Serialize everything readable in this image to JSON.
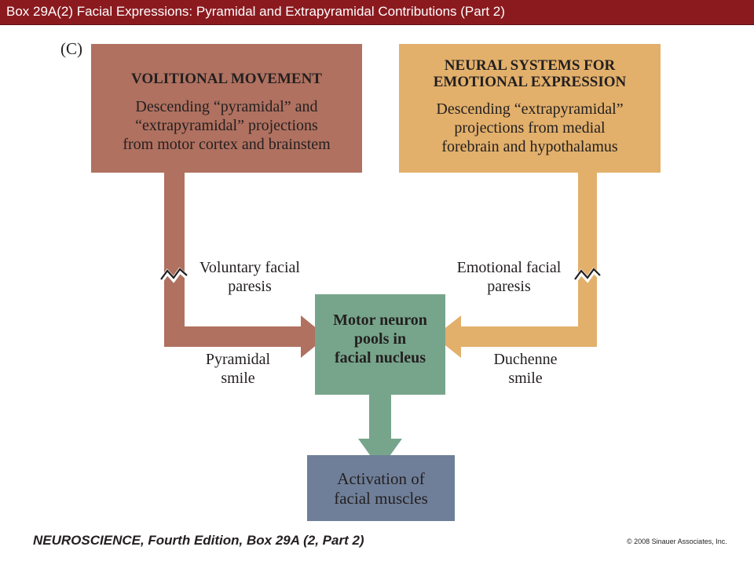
{
  "header": {
    "title": "Box 29A(2)  Facial Expressions: Pyramidal and Extrapyramidal Contributions (Part 2)"
  },
  "panel_label": "(C)",
  "boxes": {
    "volitional": {
      "title": "VOLITIONAL MOVEMENT",
      "body": [
        "Descending “pyramidal” and",
        "“extrapyramidal” projections",
        "from motor cortex and brainstem"
      ],
      "color": "#b07160"
    },
    "emotional": {
      "title": [
        "NEURAL SYSTEMS FOR",
        "EMOTIONAL EXPRESSION"
      ],
      "body": [
        "Descending “extrapyramidal”",
        "projections from medial",
        "forebrain and hypothalamus"
      ],
      "color": "#e2b06b"
    },
    "motor_neuron": {
      "text": [
        "Motor neuron",
        "pools in",
        "facial nucleus"
      ],
      "color": "#77a58b"
    },
    "activation": {
      "text": [
        "Activation of",
        "facial muscles"
      ],
      "color": "#6f7f99"
    }
  },
  "labels": {
    "voluntary_paresis": [
      "Voluntary facial",
      "paresis"
    ],
    "emotional_paresis": [
      "Emotional facial",
      "paresis"
    ],
    "pyramidal_smile": [
      "Pyramidal",
      "smile"
    ],
    "duchenne_smile": [
      "Duchenne",
      "smile"
    ]
  },
  "footer": {
    "title": "NEUROSCIENCE, Fourth Edition, Box 29A (2, Part 2)",
    "copyright": "© 2008 Sinauer Associates, Inc."
  }
}
